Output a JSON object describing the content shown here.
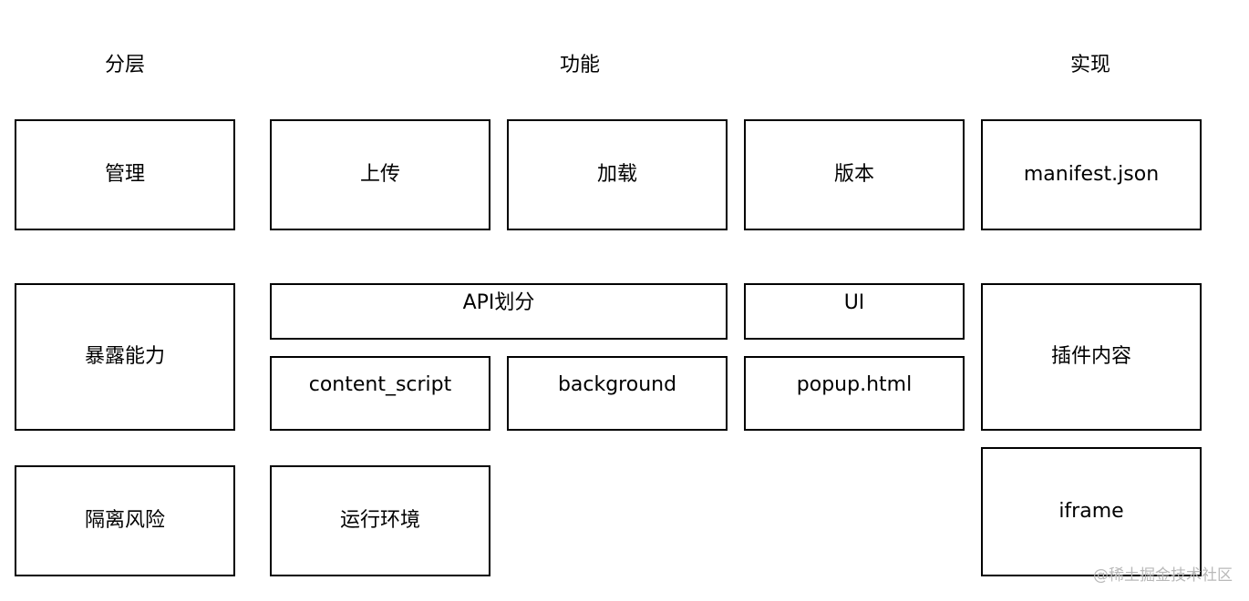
{
  "headers": {
    "layer": "分层",
    "function": "功能",
    "implementation": "实现"
  },
  "rows": {
    "management": {
      "layer": "管理",
      "functions": [
        "上传",
        "加载",
        "版本"
      ],
      "implementation": "manifest.json"
    },
    "exposure": {
      "layer": "暴露能力",
      "api_group": "API划分",
      "api_items": [
        "content_script",
        "background"
      ],
      "ui_group": "UI",
      "ui_item": "popup.html",
      "implementation": "插件内容"
    },
    "isolation": {
      "layer": "隔离风险",
      "function": "运行环境",
      "implementation": "iframe"
    }
  },
  "watermark": "@稀土掘金技术社区"
}
